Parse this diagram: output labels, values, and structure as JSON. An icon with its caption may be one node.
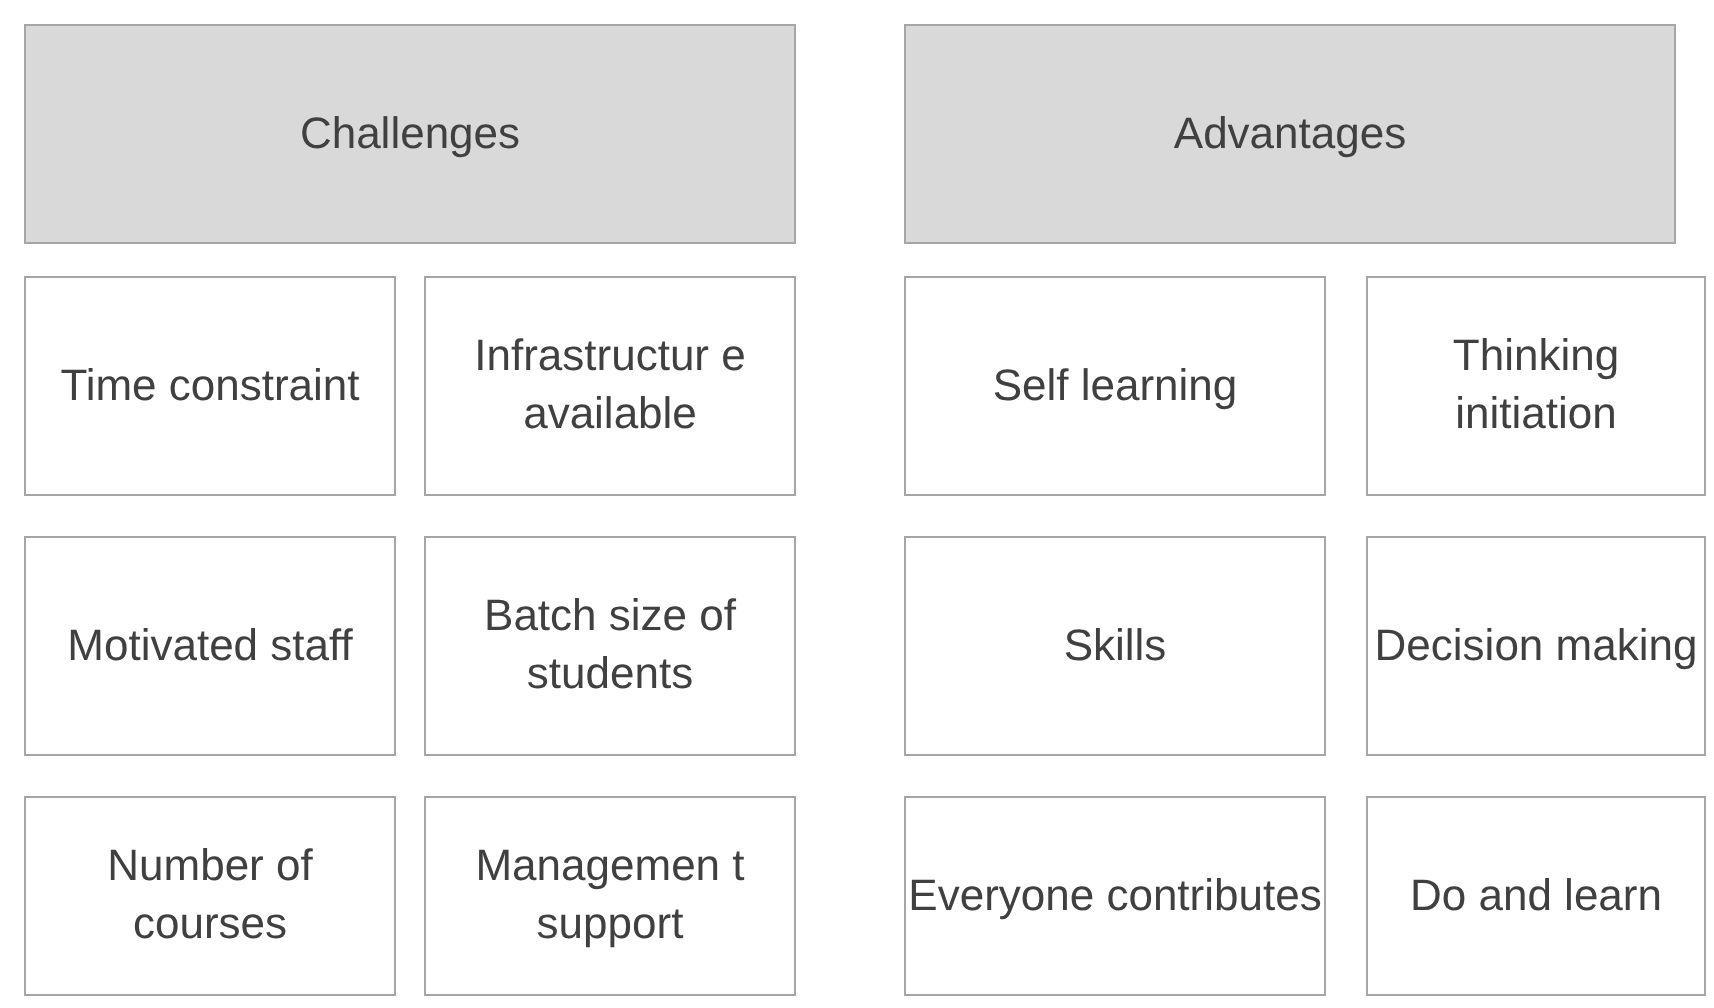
{
  "diagram": {
    "nodes": [
      {
        "text": [
          "Challenges"
        ]
      },
      {
        "text": [
          "Time constraint"
        ]
      },
      {
        "text": [
          "Infrastructur e available"
        ]
      },
      {
        "text": [
          "Motivated staff"
        ]
      },
      {
        "text": [
          "Batch size of students"
        ]
      },
      {
        "text": [
          "Number of courses"
        ]
      },
      {
        "text": [
          "Managemen t support"
        ]
      },
      {
        "text": [
          "Advantages"
        ]
      },
      {
        "text": [
          "Self learning"
        ]
      },
      {
        "text": [
          "Thinking initiation"
        ]
      },
      {
        "text": [
          "Skills"
        ]
      },
      {
        "text": [
          "Decision making"
        ]
      },
      {
        "text": [
          "Everyone contributes"
        ]
      },
      {
        "text": [
          "Do and learn"
        ]
      }
    ]
  }
}
